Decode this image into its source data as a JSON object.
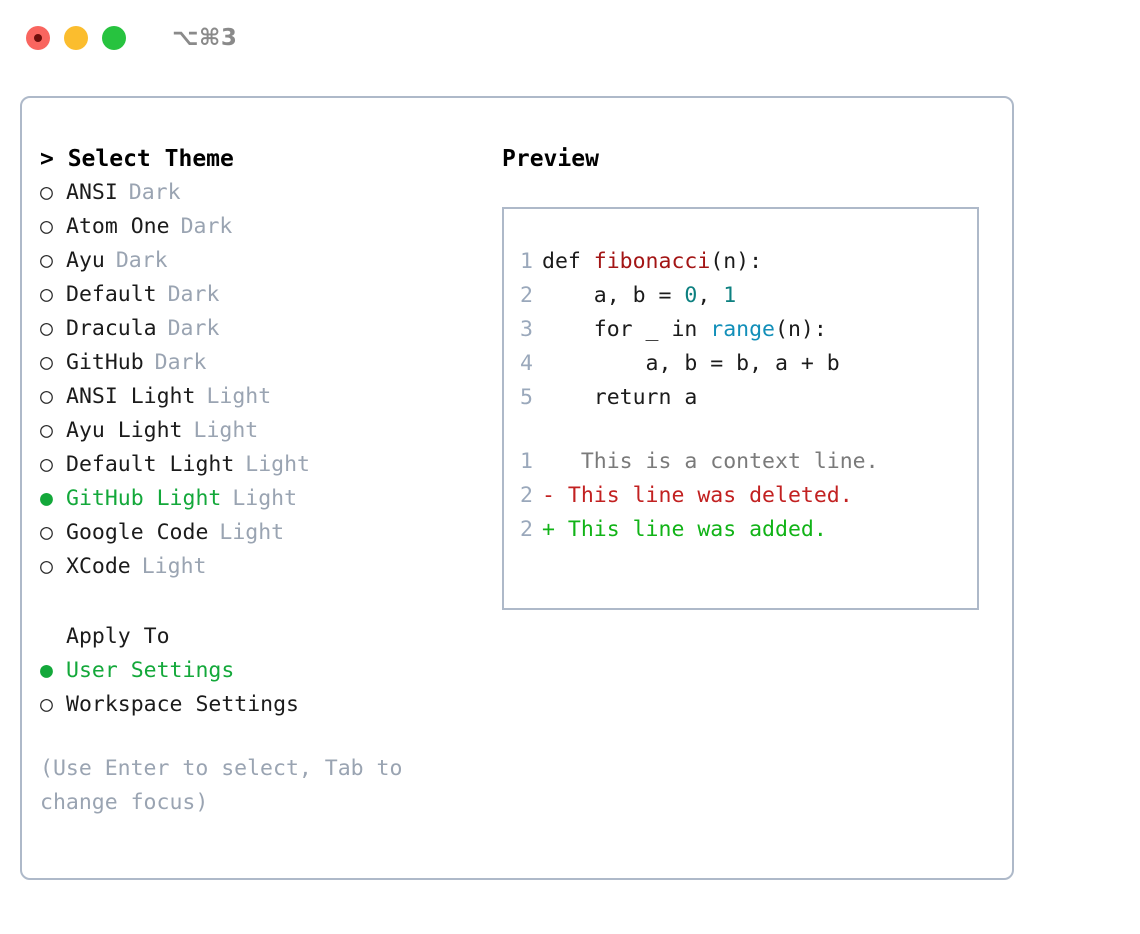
{
  "titlebar": {
    "shortcut": "⌥⌘3",
    "buttons": [
      {
        "name": "close",
        "color": "#f9655f"
      },
      {
        "name": "minimize",
        "color": "#fbbd2e"
      },
      {
        "name": "maximize",
        "color": "#27c33f"
      }
    ]
  },
  "theme_picker": {
    "header": "> Select Theme",
    "marker_selected": "●",
    "marker_unselected": "○",
    "items": [
      {
        "label": "ANSI",
        "tag": "Dark",
        "selected": false
      },
      {
        "label": "Atom One",
        "tag": "Dark",
        "selected": false
      },
      {
        "label": "Ayu",
        "tag": "Dark",
        "selected": false
      },
      {
        "label": "Default",
        "tag": "Dark",
        "selected": false
      },
      {
        "label": "Dracula",
        "tag": "Dark",
        "selected": false
      },
      {
        "label": "GitHub",
        "tag": "Dark",
        "selected": false
      },
      {
        "label": "ANSI Light",
        "tag": "Light",
        "selected": false
      },
      {
        "label": "Ayu Light",
        "tag": "Light",
        "selected": false
      },
      {
        "label": "Default Light",
        "tag": "Light",
        "selected": false
      },
      {
        "label": "GitHub Light",
        "tag": "Light",
        "selected": true
      },
      {
        "label": "Google Code",
        "tag": "Light",
        "selected": false
      },
      {
        "label": "XCode",
        "tag": "Light",
        "selected": false
      }
    ]
  },
  "apply_to": {
    "header": "Apply To",
    "options": [
      {
        "label": "User Settings",
        "selected": true
      },
      {
        "label": "Workspace Settings",
        "selected": false
      }
    ]
  },
  "hint": "(Use Enter to select, Tab to change focus)",
  "preview": {
    "title": "Preview",
    "code_lines": [
      {
        "number": "1",
        "tokens": [
          {
            "text": "def ",
            "type": "kw"
          },
          {
            "text": "fibonacci",
            "type": "fn"
          },
          {
            "text": "(n):",
            "type": "plain"
          }
        ]
      },
      {
        "number": "2",
        "tokens": [
          {
            "text": "    a, b = ",
            "type": "plain"
          },
          {
            "text": "0",
            "type": "num"
          },
          {
            "text": ", ",
            "type": "plain"
          },
          {
            "text": "1",
            "type": "num"
          }
        ]
      },
      {
        "number": "3",
        "tokens": [
          {
            "text": "    for _ in ",
            "type": "kw"
          },
          {
            "text": "range",
            "type": "call"
          },
          {
            "text": "(n):",
            "type": "plain"
          }
        ]
      },
      {
        "number": "4",
        "tokens": [
          {
            "text": "        a, b = b, a + b",
            "type": "plain"
          }
        ]
      },
      {
        "number": "5",
        "tokens": [
          {
            "text": "    return a",
            "type": "kw"
          }
        ]
      }
    ],
    "diff_lines": [
      {
        "number": "1",
        "marker": " ",
        "text": "  This is a context line.",
        "kind": "context"
      },
      {
        "number": "2",
        "marker": "-",
        "text": " This line was deleted.",
        "kind": "deleted"
      },
      {
        "number": "2",
        "marker": "+",
        "text": " This line was added.",
        "kind": "added"
      }
    ]
  },
  "colors": {
    "accent_green": "#13a83a",
    "border": "#aeb9c9",
    "muted": "#9aa4b2",
    "gutter": "#9aa8bb",
    "fn_red": "#a31515",
    "num_teal": "#0d8080",
    "call_blue": "#128fb9",
    "diff_add": "#11b317",
    "diff_del": "#c22121"
  }
}
